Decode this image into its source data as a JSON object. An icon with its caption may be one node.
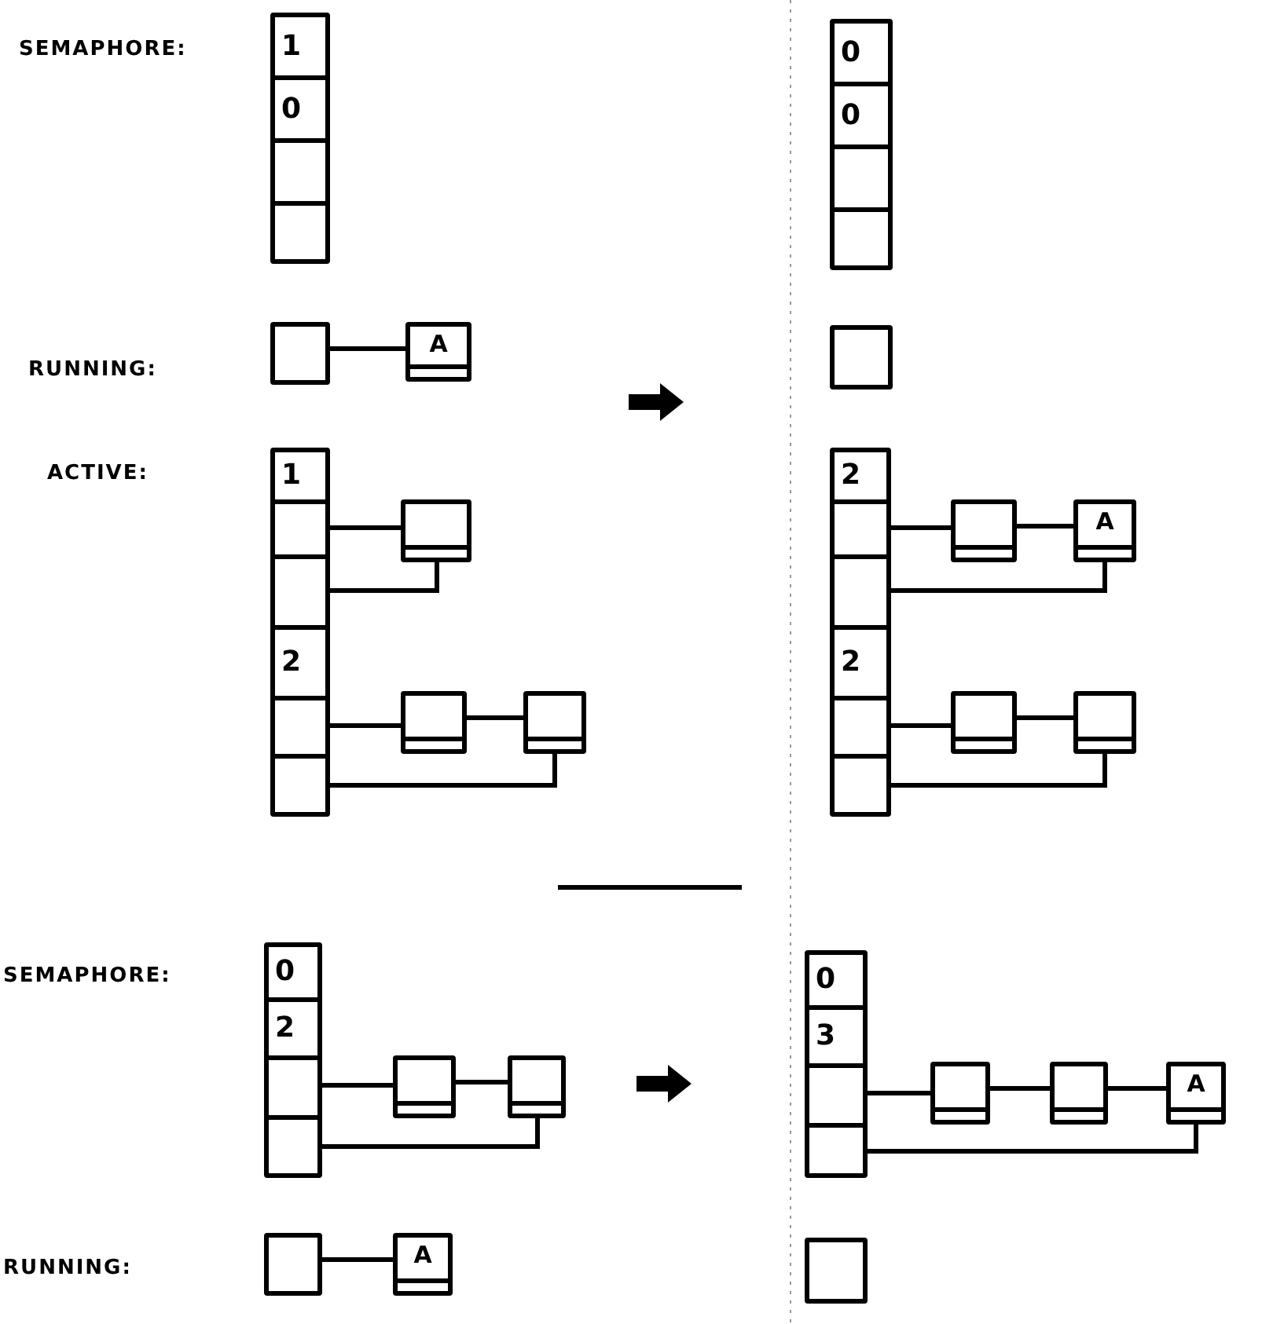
{
  "diagram": {
    "nodes": [
      {
        "text": [
          "1",
          "0"
        ]
      },
      {
        "text": [],
        "shape": "box"
      },
      {
        "text": [
          "A"
        ]
      },
      {
        "text": [
          "1",
          "2"
        ]
      },
      {
        "text": [],
        "shape": "box"
      },
      {
        "text": [],
        "shape": "box"
      },
      {
        "text": [],
        "shape": "box"
      },
      {
        "text": [
          "0",
          "0"
        ]
      },
      {
        "text": [],
        "shape": "box"
      },
      {
        "text": [
          "2",
          "2"
        ]
      },
      {
        "text": [],
        "shape": "box"
      },
      {
        "text": [
          "A"
        ]
      },
      {
        "text": [],
        "shape": "box"
      },
      {
        "text": [],
        "shape": "box"
      },
      {
        "text": [
          "0",
          "2"
        ]
      },
      {
        "text": [],
        "shape": "box"
      },
      {
        "text": [],
        "shape": "box"
      },
      {
        "text": [],
        "shape": "box"
      },
      {
        "text": [
          "A"
        ]
      },
      {
        "text": [
          "0",
          "3"
        ]
      },
      {
        "text": [],
        "shape": "box"
      },
      {
        "text": [],
        "shape": "box"
      },
      {
        "text": [
          "A"
        ]
      },
      {
        "text": [],
        "shape": "box"
      }
    ],
    "edges": [
      {
        "from": 1,
        "to": 2,
        "arrow": "none"
      },
      {
        "from": 3,
        "to": 4,
        "arrow": "none"
      },
      {
        "from": 3,
        "to": 4,
        "arrow": "none"
      },
      {
        "from": 3,
        "to": 5,
        "arrow": "none"
      },
      {
        "from": 5,
        "to": 6,
        "arrow": "none"
      },
      {
        "from": 3,
        "to": 6,
        "arrow": "none"
      },
      {
        "from": 9,
        "to": 10,
        "arrow": "none"
      },
      {
        "from": 10,
        "to": 11,
        "arrow": "none"
      },
      {
        "from": 9,
        "to": 11,
        "arrow": "none"
      },
      {
        "from": 9,
        "to": 12,
        "arrow": "none"
      },
      {
        "from": 12,
        "to": 13,
        "arrow": "none"
      },
      {
        "from": 9,
        "to": 13,
        "arrow": "none"
      },
      {
        "from": 14,
        "to": 15,
        "arrow": "none"
      },
      {
        "from": 15,
        "to": 16,
        "arrow": "none"
      },
      {
        "from": 14,
        "to": 16,
        "arrow": "none"
      },
      {
        "from": 17,
        "to": 18,
        "arrow": "none"
      },
      {
        "from": 19,
        "to": 20,
        "arrow": "none"
      },
      {
        "from": 20,
        "to": 21,
        "arrow": "none"
      },
      {
        "from": 21,
        "to": 22,
        "arrow": "none"
      },
      {
        "from": 19,
        "to": 22,
        "arrow": "none"
      }
    ],
    "labels": [
      "SEMAPHORE:",
      "RUNNING:",
      "ACTIVE:",
      "SEMAPHORE:",
      "RUNNING:"
    ]
  }
}
